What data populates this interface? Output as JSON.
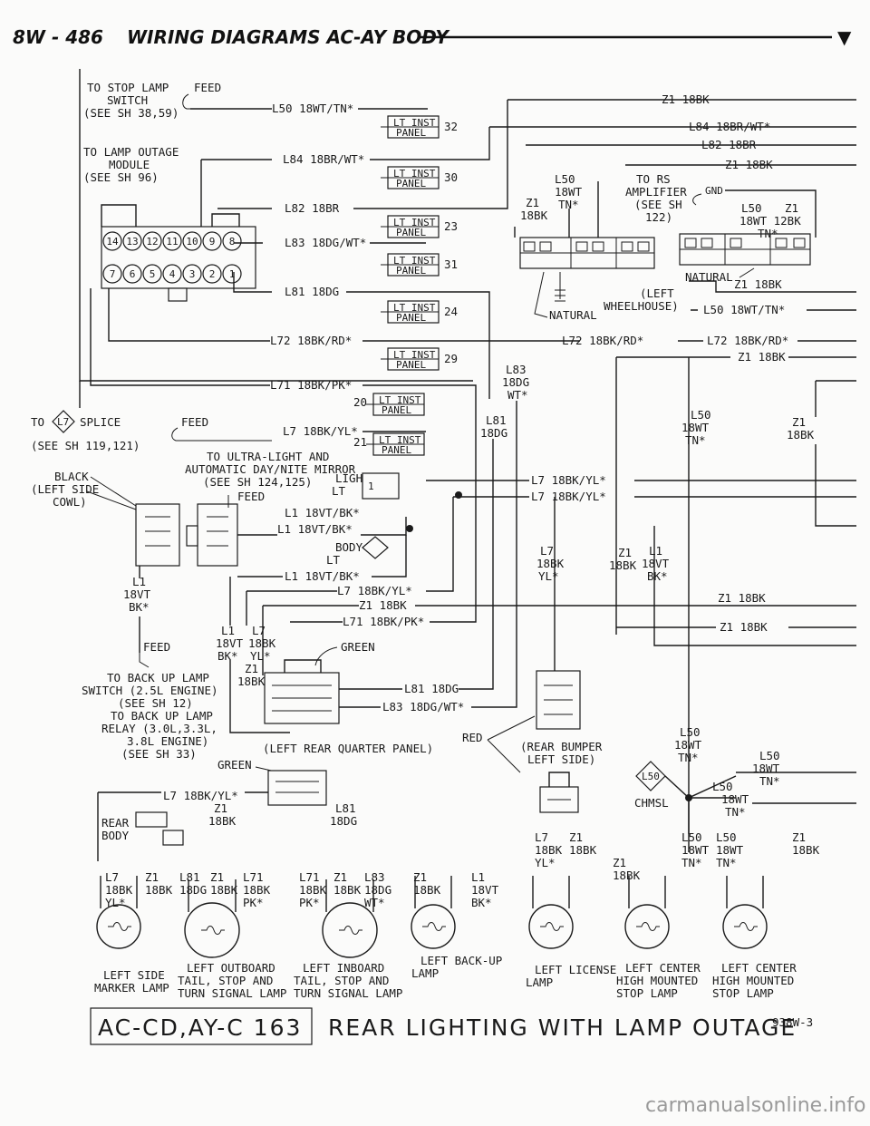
{
  "header": {
    "page_ref": "8W - 486",
    "title": "WIRING DIAGRAMS AC-AY BODY",
    "mark": "▼"
  },
  "footer": {
    "code": "AC-CD,AY-C 163",
    "title": "REAR LIGHTING WITH LAMP OUTAGE",
    "figure": "938W-3"
  },
  "watermark": "carmanualsonline.info",
  "left_notes": [
    {
      "id": "stop-lamp-switch",
      "lines": [
        "TO STOP LAMP",
        "SWITCH",
        "(SEE SH 38,59)"
      ]
    },
    {
      "id": "feed-1",
      "lines": [
        "FEED"
      ]
    },
    {
      "id": "lamp-outage",
      "lines": [
        "TO LAMP OUTAGE",
        "MODULE",
        "(SEE SH 96)"
      ]
    },
    {
      "id": "splice",
      "lines": [
        "TO",
        "SPLICE",
        "(SEE SH 119,121)"
      ]
    },
    {
      "id": "feed-2",
      "lines": [
        "FEED"
      ]
    },
    {
      "id": "ultra-light",
      "lines": [
        "TO ULTRA-LIGHT AND",
        "AUTOMATIC DAY/NITE MIRROR",
        "(SEE SH 124,125)"
      ]
    },
    {
      "id": "black-cowl",
      "lines": [
        "BLACK",
        "(LEFT SIDE",
        "COWL)"
      ]
    },
    {
      "id": "backup-switch",
      "lines": [
        "TO BACK UP LAMP",
        "SWITCH (2.5L ENGINE)",
        "(SEE SH 12)",
        "TO BACK UP LAMP",
        "RELAY (3.0L,3.3L,",
        "3.8L ENGINE)",
        "(SEE SH 33)"
      ]
    },
    {
      "id": "rear-quarter",
      "lines": [
        "(LEFT REAR QUARTER PANEL)"
      ]
    },
    {
      "id": "rear-bumper",
      "lines": [
        "(REAR BUMPER",
        "LEFT SIDE)"
      ]
    },
    {
      "id": "left-wheelhouse",
      "lines": [
        "(LEFT",
        "WHEELHOUSE)"
      ]
    },
    {
      "id": "rs-amp",
      "lines": [
        "TO RS",
        "AMPLIFIER",
        "(SEE SH",
        "122)"
      ]
    }
  ],
  "inst_panel_label": [
    "LT INST",
    "PANEL"
  ],
  "inst_panel_pins": [
    "32",
    "30",
    "23",
    "31",
    "24",
    "29",
    "20",
    "21"
  ],
  "wires_left": [
    "L50 18WT/TN*",
    "L84 18BR/WT*",
    "L82 18BR",
    "L83 18DG/WT*",
    "L81 18DG",
    "L72 18BK/RD*",
    "L71 18BK/PK*",
    "L7 18BK/YL*"
  ],
  "wires_right": [
    "Z1 18BK",
    "L84 18BR/WT*",
    "L82 18BR",
    "Z1 18BK",
    "L50 18WT/TN*",
    "L72 18BK/RD*",
    "L72 18BK/RD*",
    "Z1 18BK",
    "L7 18BK/YL*",
    "L7 18BK/YL*",
    "Z1 18BK",
    "Z1 18BK"
  ],
  "misc_labels": [
    "GND",
    "NATURAL",
    "NATURAL",
    "GREEN",
    "GREEN",
    "RED",
    "CHMSL",
    "REAR",
    "LIGHTING",
    "LT",
    "BODY",
    "LT",
    "BODY",
    "FEED"
  ],
  "pin_numbers_top": [
    "14",
    "13",
    "12",
    "11",
    "10",
    "9",
    "8"
  ],
  "pin_numbers_bottom": [
    "7",
    "6",
    "5",
    "4",
    "3",
    "2",
    "1"
  ],
  "lamps": [
    {
      "name": "LEFT SIDE MARKER LAMP",
      "lines": [
        "LEFT SIDE",
        "MARKER LAMP"
      ]
    },
    {
      "name": "LEFT OUTBOARD TAIL, STOP AND TURN SIGNAL LAMP",
      "lines": [
        "LEFT OUTBOARD",
        "TAIL, STOP AND",
        "TURN SIGNAL LAMP"
      ]
    },
    {
      "name": "LEFT INBOARD TAIL, STOP AND TURN SIGNAL LAMP",
      "lines": [
        "LEFT INBOARD",
        "TAIL, STOP AND",
        "TURN SIGNAL LAMP"
      ]
    },
    {
      "name": "LEFT BACK-UP LAMP",
      "lines": [
        "LEFT BACK-UP",
        "LAMP"
      ]
    },
    {
      "name": "LEFT LICENSE LAMP",
      "lines": [
        "LEFT LICENSE",
        "LAMP"
      ]
    },
    {
      "name": "LEFT CENTER HIGH MOUNTED STOP LAMP",
      "lines": [
        "LEFT CENTER",
        "HIGH MOUNTED",
        "STOP LAMP"
      ]
    },
    {
      "name": "LEFT CENTER HIGH MOUNTED STOP LAMP",
      "lines": [
        "LEFT CENTER",
        "HIGH MOUNTED",
        "STOP LAMP"
      ]
    }
  ]
}
